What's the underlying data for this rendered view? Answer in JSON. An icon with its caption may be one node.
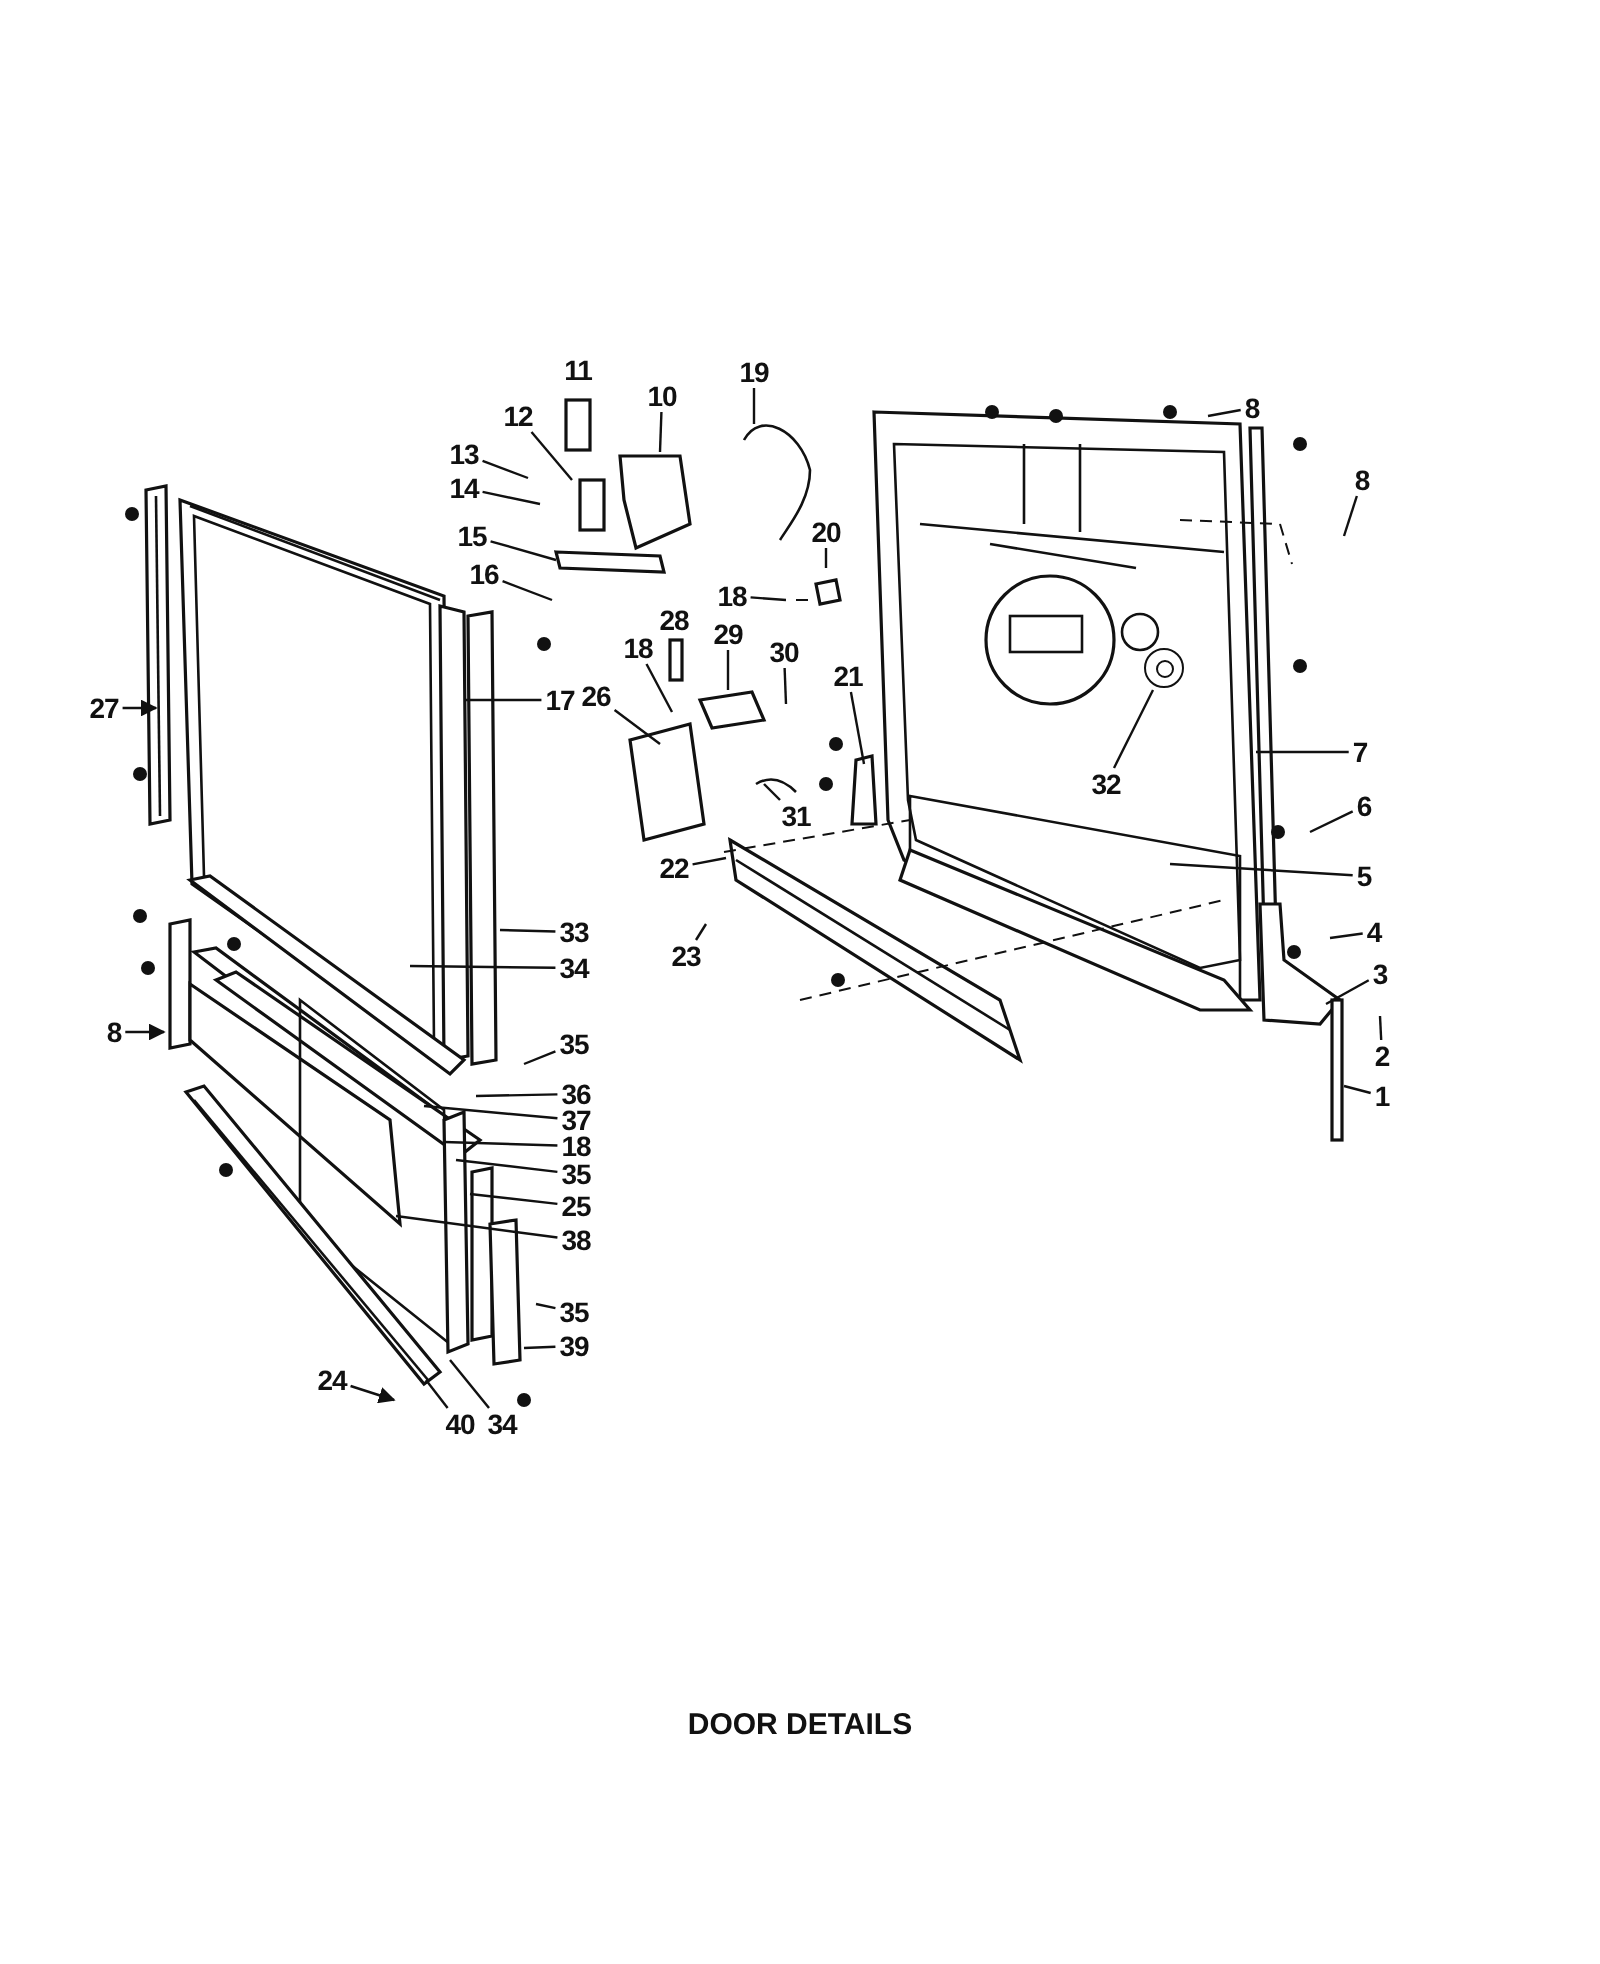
{
  "diagram": {
    "caption": "DOOR DETAILS",
    "nodes": [
      {
        "text": [
          "10"
        ]
      },
      {
        "text": [
          "19"
        ]
      },
      {
        "text": [
          "12"
        ]
      },
      {
        "text": [
          "13"
        ]
      },
      {
        "text": [
          "14"
        ]
      },
      {
        "text": [
          "8"
        ]
      },
      {
        "text": [
          "8"
        ]
      },
      {
        "text": [
          "15"
        ]
      },
      {
        "text": [
          "20"
        ]
      },
      {
        "text": [
          "16"
        ]
      },
      {
        "text": [
          "18"
        ]
      },
      {
        "text": [
          "29"
        ]
      },
      {
        "text": [
          "30"
        ]
      },
      {
        "text": [
          "21"
        ]
      },
      {
        "text": [
          "18"
        ]
      },
      {
        "text": [
          "26"
        ]
      },
      {
        "text": [
          "17"
        ]
      },
      {
        "text": [
          "27"
        ]
      },
      {
        "text": [
          "7"
        ]
      },
      {
        "text": [
          "32"
        ]
      },
      {
        "text": [
          "6"
        ]
      },
      {
        "text": [
          "31"
        ]
      },
      {
        "text": [
          "22"
        ]
      },
      {
        "text": [
          "5"
        ]
      },
      {
        "text": [
          "4"
        ]
      },
      {
        "text": [
          "33"
        ]
      },
      {
        "text": [
          "23"
        ]
      },
      {
        "text": [
          "34"
        ]
      },
      {
        "text": [
          "3"
        ]
      },
      {
        "text": [
          "8"
        ]
      },
      {
        "text": [
          "35"
        ]
      },
      {
        "text": [
          "2"
        ]
      },
      {
        "text": [
          "36"
        ]
      },
      {
        "text": [
          "1"
        ]
      },
      {
        "text": [
          "37"
        ]
      },
      {
        "text": [
          "18"
        ]
      },
      {
        "text": [
          "35"
        ]
      },
      {
        "text": [
          "25"
        ]
      },
      {
        "text": [
          "38"
        ]
      },
      {
        "text": [
          "35"
        ]
      },
      {
        "text": [
          "39"
        ]
      },
      {
        "text": [
          "24"
        ]
      },
      {
        "text": [
          "40"
        ]
      },
      {
        "text": [
          "34"
        ]
      },
      {
        "text": [],
        "shape": "circle"
      }
    ],
    "edges": [
      {
        "from": 0,
        "to": null,
        "arrow": "none"
      },
      {
        "from": 1,
        "to": null,
        "arrow": "none"
      },
      {
        "from": 2,
        "to": null,
        "arrow": "none"
      },
      {
        "from": 3,
        "to": null,
        "arrow": "none"
      },
      {
        "from": 4,
        "to": null,
        "arrow": "none"
      },
      {
        "from": 5,
        "to": null,
        "arrow": "none"
      },
      {
        "from": 6,
        "to": null,
        "arrow": "none"
      },
      {
        "from": 7,
        "to": null,
        "arrow": "none"
      },
      {
        "from": 8,
        "to": null,
        "arrow": "none"
      },
      {
        "from": 9,
        "to": null,
        "arrow": "none"
      },
      {
        "from": 10,
        "to": null,
        "arrow": "none"
      },
      {
        "from": 11,
        "to": null,
        "arrow": "none"
      },
      {
        "from": 12,
        "to": null,
        "arrow": "none"
      },
      {
        "from": 13,
        "to": null,
        "arrow": "none"
      },
      {
        "from": 14,
        "to": null,
        "arrow": "none"
      },
      {
        "from": 15,
        "to": null,
        "arrow": "none"
      },
      {
        "from": 16,
        "to": null,
        "arrow": "none"
      },
      {
        "from": 17,
        "to": null,
        "arrow": "to"
      },
      {
        "from": 18,
        "to": null,
        "arrow": "none"
      },
      {
        "from": 19,
        "to": 44,
        "arrow": "none"
      },
      {
        "from": 20,
        "to": null,
        "arrow": "none"
      },
      {
        "from": 21,
        "to": null,
        "arrow": "none"
      },
      {
        "from": 22,
        "to": null,
        "arrow": "none"
      },
      {
        "from": 23,
        "to": null,
        "arrow": "none"
      },
      {
        "from": 24,
        "to": null,
        "arrow": "none"
      },
      {
        "from": 25,
        "to": null,
        "arrow": "none"
      },
      {
        "from": 26,
        "to": null,
        "arrow": "none"
      },
      {
        "from": 27,
        "to": null,
        "arrow": "none"
      },
      {
        "from": 28,
        "to": null,
        "arrow": "none"
      },
      {
        "from": 29,
        "to": null,
        "arrow": "to"
      },
      {
        "from": 30,
        "to": null,
        "arrow": "none"
      },
      {
        "from": 31,
        "to": null,
        "arrow": "none"
      },
      {
        "from": 32,
        "to": null,
        "arrow": "none"
      },
      {
        "from": 33,
        "to": null,
        "arrow": "none"
      },
      {
        "from": 34,
        "to": null,
        "arrow": "none"
      },
      {
        "from": 35,
        "to": null,
        "arrow": "none"
      },
      {
        "from": 36,
        "to": null,
        "arrow": "none"
      },
      {
        "from": 37,
        "to": null,
        "arrow": "none"
      },
      {
        "from": 38,
        "to": null,
        "arrow": "none"
      },
      {
        "from": 39,
        "to": null,
        "arrow": "none"
      },
      {
        "from": 40,
        "to": null,
        "arrow": "none"
      },
      {
        "from": 41,
        "to": null,
        "arrow": "to"
      },
      {
        "from": 42,
        "to": null,
        "arrow": "none"
      },
      {
        "from": 43,
        "to": null,
        "arrow": "none"
      }
    ],
    "labels": [
      "11",
      "28"
    ]
  }
}
